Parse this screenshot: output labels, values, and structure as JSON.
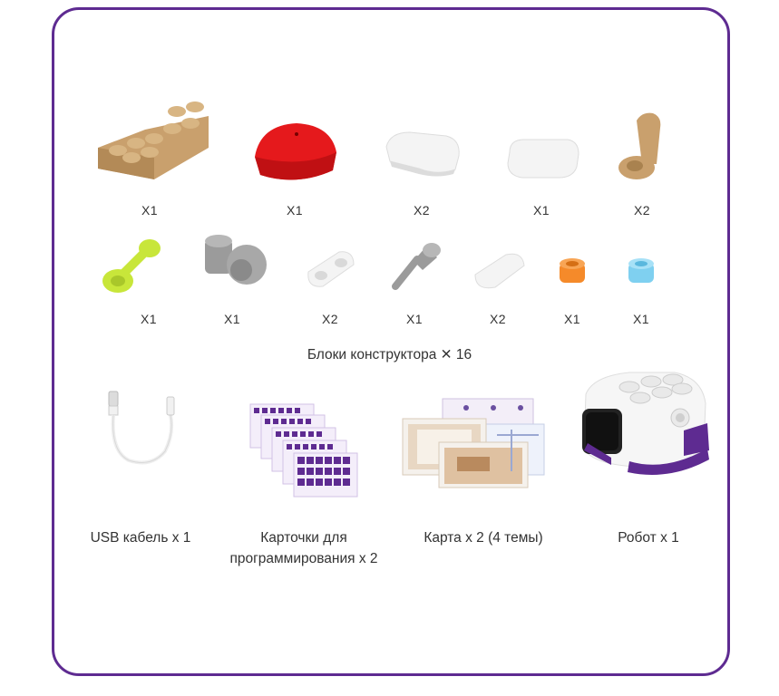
{
  "row1_quantities": [
    "X1",
    "X1",
    "X2",
    "X1",
    "X2"
  ],
  "row2_quantities": [
    "X1",
    "X1",
    "X2",
    "X1",
    "X2",
    "X1",
    "X1"
  ],
  "blocks_title": "Блоки конструктора ✕ 16",
  "kit_items": [
    {
      "label": "USB кабель x 1"
    },
    {
      "label_line1": "Карточки для",
      "label_line2": "программирования x 2"
    },
    {
      "label": "Карта x 2 (4 темы)"
    },
    {
      "label": "Робот x 1"
    }
  ],
  "colors": {
    "frame": "#5e2b91",
    "tan": "#c9a06d",
    "red": "#e5191c",
    "white_part": "#f4f4f4",
    "lime": "#c8e63a",
    "grey": "#9b9b9b",
    "orange": "#f58a2a",
    "light_blue": "#7fd0f0",
    "purple_track": "#5e2b91"
  }
}
